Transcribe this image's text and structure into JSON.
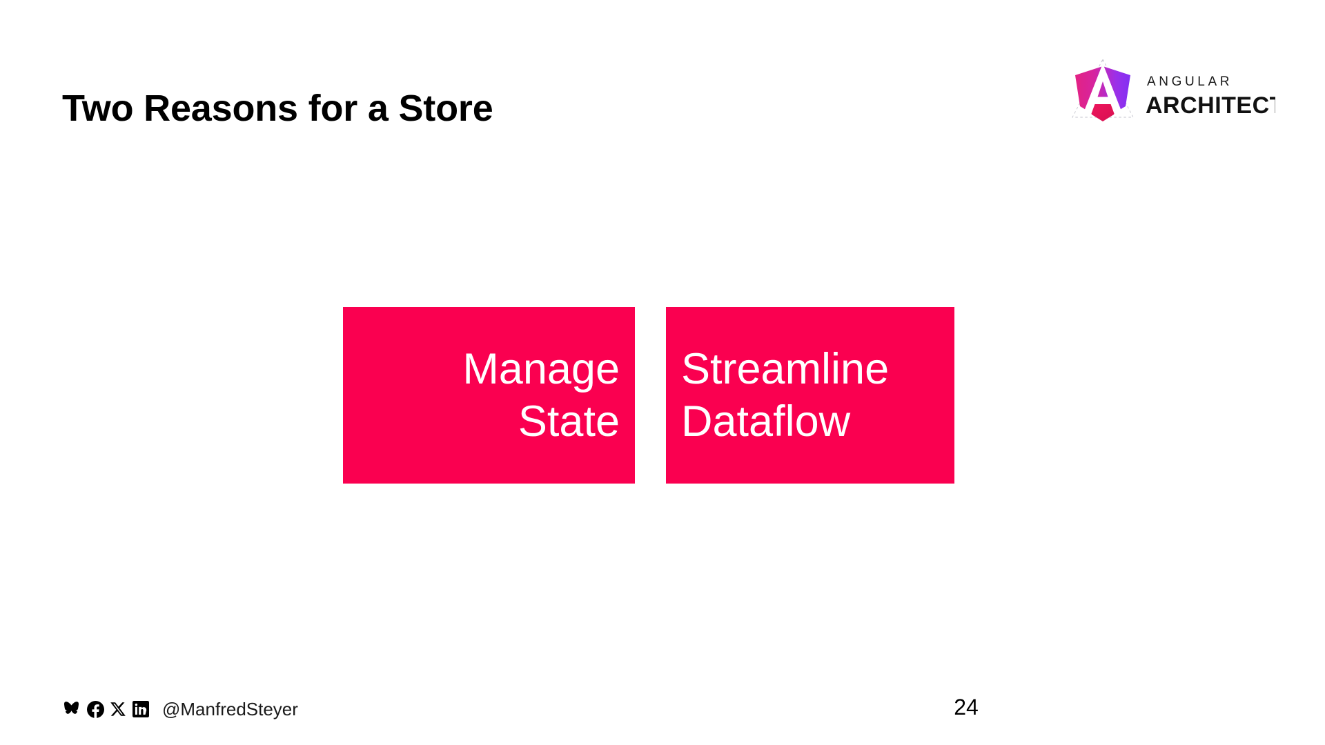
{
  "slide": {
    "title": "Two Reasons for a Store",
    "page_number": "24",
    "background_color": "#ffffff"
  },
  "logo": {
    "brand_line_1": "ANGULAR",
    "brand_line_2": "ARCHITECTS",
    "mark_name": "angular-architects-shield",
    "gradient_start": "#e8268f",
    "gradient_end": "#7b2ff7",
    "accent_color": "#e8134f"
  },
  "boxes": [
    {
      "id": "manage-state",
      "lines": [
        "Manage",
        "State"
      ],
      "color": "#fa0050",
      "text_color": "#ffffff",
      "align": "right"
    },
    {
      "id": "streamline-dataflow",
      "lines": [
        "Streamline",
        "Dataflow"
      ],
      "color": "#fa0050",
      "text_color": "#ffffff",
      "align": "left"
    }
  ],
  "footer": {
    "handle": "@ManfredSteyer",
    "social_icons": [
      {
        "name": "bluesky-icon",
        "label": "Bluesky"
      },
      {
        "name": "facebook-icon",
        "label": "Facebook"
      },
      {
        "name": "x-twitter-icon",
        "label": "X"
      },
      {
        "name": "linkedin-icon",
        "label": "LinkedIn"
      }
    ]
  }
}
